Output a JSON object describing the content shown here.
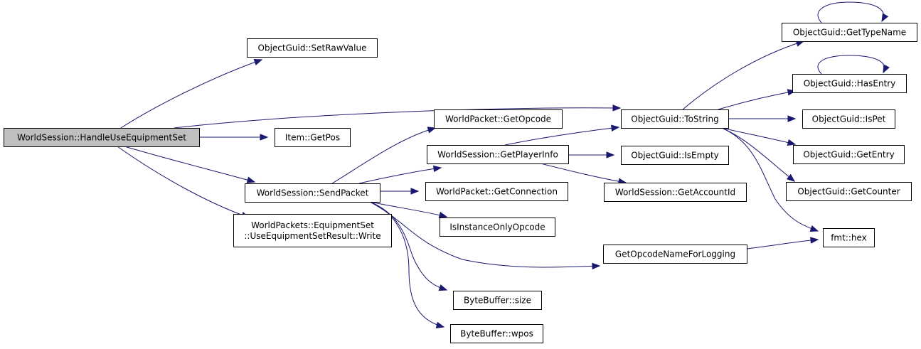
{
  "diagram": {
    "type": "call-graph",
    "colors": {
      "edge": "#191970",
      "root_fill": "#bfbfbf",
      "node_fill": "#ffffff",
      "node_border": "#000000"
    },
    "nodes": [
      {
        "id": "root",
        "label": [
          "WorldSession::HandleUseEquipmentSet"
        ],
        "root": true
      },
      {
        "id": "setraw",
        "label": [
          "ObjectGuid::SetRawValue"
        ]
      },
      {
        "id": "getpos",
        "label": [
          "Item::GetPos"
        ]
      },
      {
        "id": "sendpacket",
        "label": [
          "WorldSession::SendPacket"
        ]
      },
      {
        "id": "write",
        "label": [
          "WorldPackets::EquipmentSet",
          "::UseEquipmentSetResult::Write"
        ]
      },
      {
        "id": "getopcode",
        "label": [
          "WorldPacket::GetOpcode"
        ]
      },
      {
        "id": "getplayerinfo",
        "label": [
          "WorldSession::GetPlayerInfo"
        ]
      },
      {
        "id": "getconnection",
        "label": [
          "WorldPacket::GetConnection"
        ]
      },
      {
        "id": "isinstance",
        "label": [
          "IsInstanceOnlyOpcode"
        ]
      },
      {
        "id": "bbsize",
        "label": [
          "ByteBuffer::size"
        ]
      },
      {
        "id": "bbwpos",
        "label": [
          "ByteBuffer::wpos"
        ]
      },
      {
        "id": "tostring",
        "label": [
          "ObjectGuid::ToString"
        ]
      },
      {
        "id": "isempty",
        "label": [
          "ObjectGuid::IsEmpty"
        ]
      },
      {
        "id": "getaccountid",
        "label": [
          "WorldSession::GetAccountId"
        ]
      },
      {
        "id": "getopname",
        "label": [
          "GetOpcodeNameForLogging"
        ]
      },
      {
        "id": "gettypename",
        "label": [
          "ObjectGuid::GetTypeName"
        ]
      },
      {
        "id": "hasentry",
        "label": [
          "ObjectGuid::HasEntry"
        ]
      },
      {
        "id": "ispet",
        "label": [
          "ObjectGuid::IsPet"
        ]
      },
      {
        "id": "getentry",
        "label": [
          "ObjectGuid::GetEntry"
        ]
      },
      {
        "id": "getcounter",
        "label": [
          "ObjectGuid::GetCounter"
        ]
      },
      {
        "id": "hex",
        "label": [
          "fmt::hex"
        ]
      }
    ],
    "edges": [
      {
        "from": "root",
        "to": "setraw"
      },
      {
        "from": "root",
        "to": "tostring"
      },
      {
        "from": "root",
        "to": "getpos"
      },
      {
        "from": "root",
        "to": "sendpacket"
      },
      {
        "from": "root",
        "to": "write"
      },
      {
        "from": "sendpacket",
        "to": "getopcode"
      },
      {
        "from": "sendpacket",
        "to": "getplayerinfo"
      },
      {
        "from": "sendpacket",
        "to": "getconnection"
      },
      {
        "from": "sendpacket",
        "to": "isinstance"
      },
      {
        "from": "sendpacket",
        "to": "getopname"
      },
      {
        "from": "sendpacket",
        "to": "bbsize"
      },
      {
        "from": "sendpacket",
        "to": "bbwpos"
      },
      {
        "from": "getplayerinfo",
        "to": "tostring"
      },
      {
        "from": "getplayerinfo",
        "to": "isempty"
      },
      {
        "from": "getplayerinfo",
        "to": "getaccountid"
      },
      {
        "from": "tostring",
        "to": "gettypename"
      },
      {
        "from": "tostring",
        "to": "hasentry"
      },
      {
        "from": "tostring",
        "to": "ispet"
      },
      {
        "from": "tostring",
        "to": "getentry"
      },
      {
        "from": "tostring",
        "to": "getcounter"
      },
      {
        "from": "tostring",
        "to": "hex"
      },
      {
        "from": "getopname",
        "to": "hex"
      },
      {
        "from": "gettypename",
        "to": "gettypename"
      },
      {
        "from": "hasentry",
        "to": "hasentry"
      }
    ]
  }
}
